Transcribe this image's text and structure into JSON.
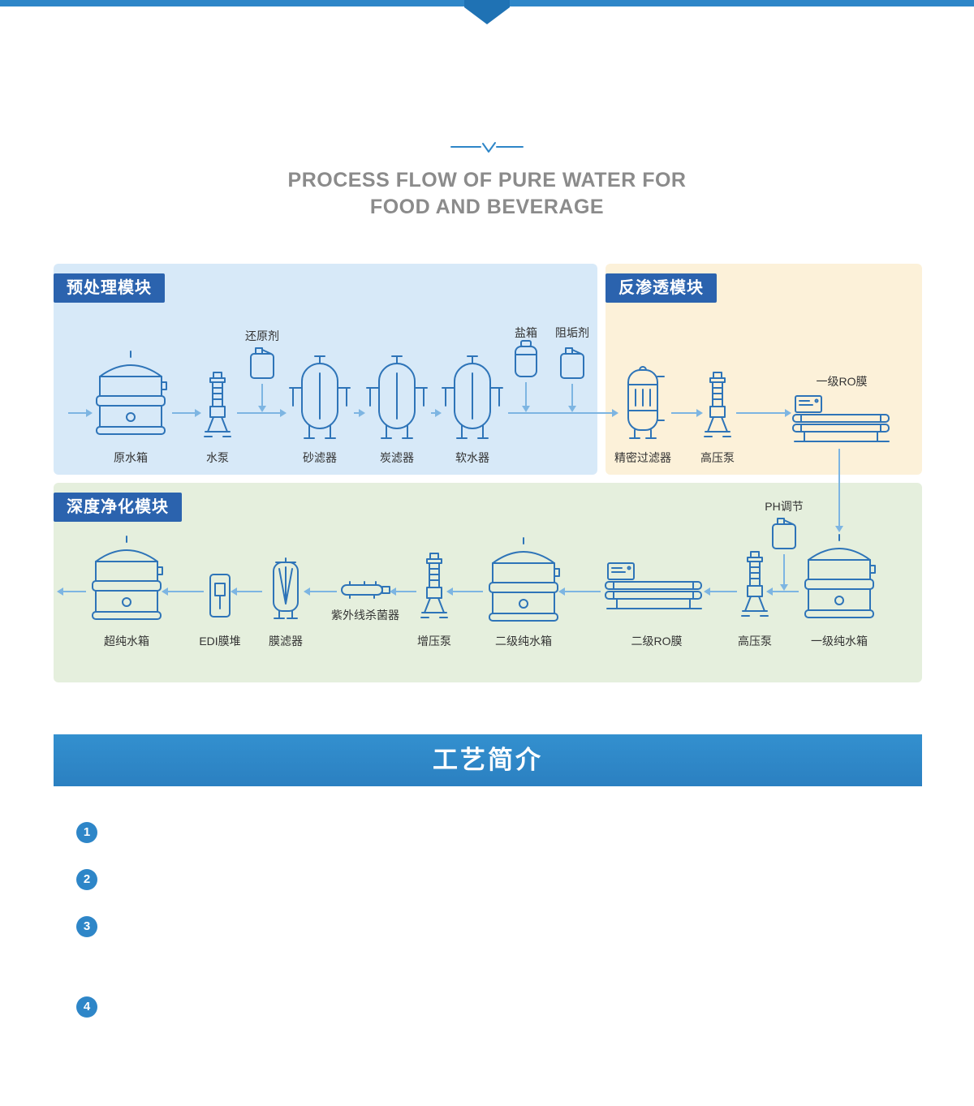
{
  "colors": {
    "accent_blue": "#2e86c8",
    "badge_blue": "#2b63ae",
    "panel_pretreatment_bg": "#d7e9f8",
    "panel_ro_bg": "#fcf1d9",
    "panel_deep_bg": "#e5efdd",
    "equipment_line": "#2e74b8",
    "arrow_blue": "#7db5e2",
    "title_gray": "#8b8b8b"
  },
  "header": {
    "title_line1": "PROCESS FLOW OF PURE WATER FOR",
    "title_line2": "FOOD AND BEVERAGE"
  },
  "modules": {
    "pretreatment": {
      "badge": "预处理模块",
      "labels": {
        "raw_tank": "原水箱",
        "water_pump": "水泵",
        "reducer": "还原剂",
        "sand_filter": "砂滤器",
        "carbon_filter": "炭滤器",
        "softener": "软水器",
        "salt_box": "盐箱",
        "antiscalant": "阻垢剂"
      }
    },
    "reverse_osmosis": {
      "badge": "反渗透模块",
      "labels": {
        "precision_filter": "精密过滤器",
        "hp_pump": "高压泵",
        "ro_membrane_1": "一级RO膜"
      }
    },
    "deep_purification": {
      "badge": "深度净化模块",
      "labels": {
        "ph_adjust": "PH调节",
        "pure_tank_1": "一级纯水箱",
        "hp_pump": "高压泵",
        "ro_membrane_2": "二级RO膜",
        "pure_tank_2": "二级纯水箱",
        "booster_pump": "增压泵",
        "uv_sterilizer": "紫外线杀菌器",
        "membrane_filter": "膜滤器",
        "edi_stack": "EDI膜堆",
        "ultra_pure_tank": "超纯水箱"
      }
    }
  },
  "intro": {
    "title": "工艺简介",
    "steps": [
      {
        "num": "1"
      },
      {
        "num": "2"
      },
      {
        "num": "3"
      },
      {
        "num": "4"
      }
    ]
  }
}
